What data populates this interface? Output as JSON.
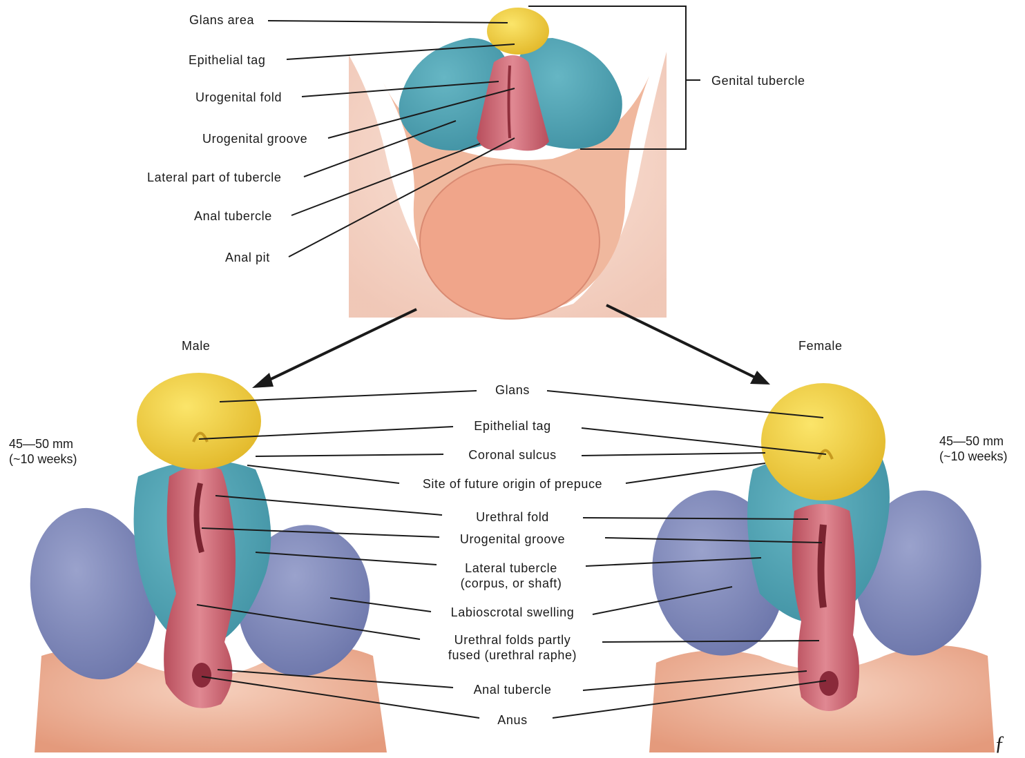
{
  "top_labels": {
    "glans_area": "Glans area",
    "epithelial_tag": "Epithelial tag",
    "urogenital_fold": "Urogenital fold",
    "urogenital_groove": "Urogenital groove",
    "lateral_part": "Lateral part of tubercle",
    "anal_tubercle": "Anal tubercle",
    "anal_pit": "Anal pit",
    "genital_tubercle": "Genital tubercle"
  },
  "sex_titles": {
    "male": "Male",
    "female": "Female"
  },
  "age": {
    "male": "45—50 mm\n(~10 weeks)",
    "female": "45—50 mm\n(~10 weeks)"
  },
  "center_labels": {
    "glans": "Glans",
    "epithelial_tag": "Epithelial tag",
    "coronal_sulcus": "Coronal sulcus",
    "prepuce": "Site of future origin of prepuce",
    "urethral_fold": "Urethral fold",
    "urogenital_groove": "Urogenital groove",
    "lateral_tubercle": "Lateral tubercle\n(corpus, or shaft)",
    "labioscrotal": "Labioscrotal swelling",
    "urethral_folds_fused": "Urethral folds partly\nfused (urethral raphe)",
    "anal_tubercle": "Anal tubercle",
    "anus": "Anus"
  },
  "colors": {
    "glans": "#f2cf3e",
    "tubercle_teal": "#4a9fb0",
    "fold_pink": "#c8606c",
    "skin": "#e8a080",
    "skin_light": "#f4c9b4",
    "labioscrotal": "#7d86b8",
    "leader": "#1a1a1a"
  }
}
